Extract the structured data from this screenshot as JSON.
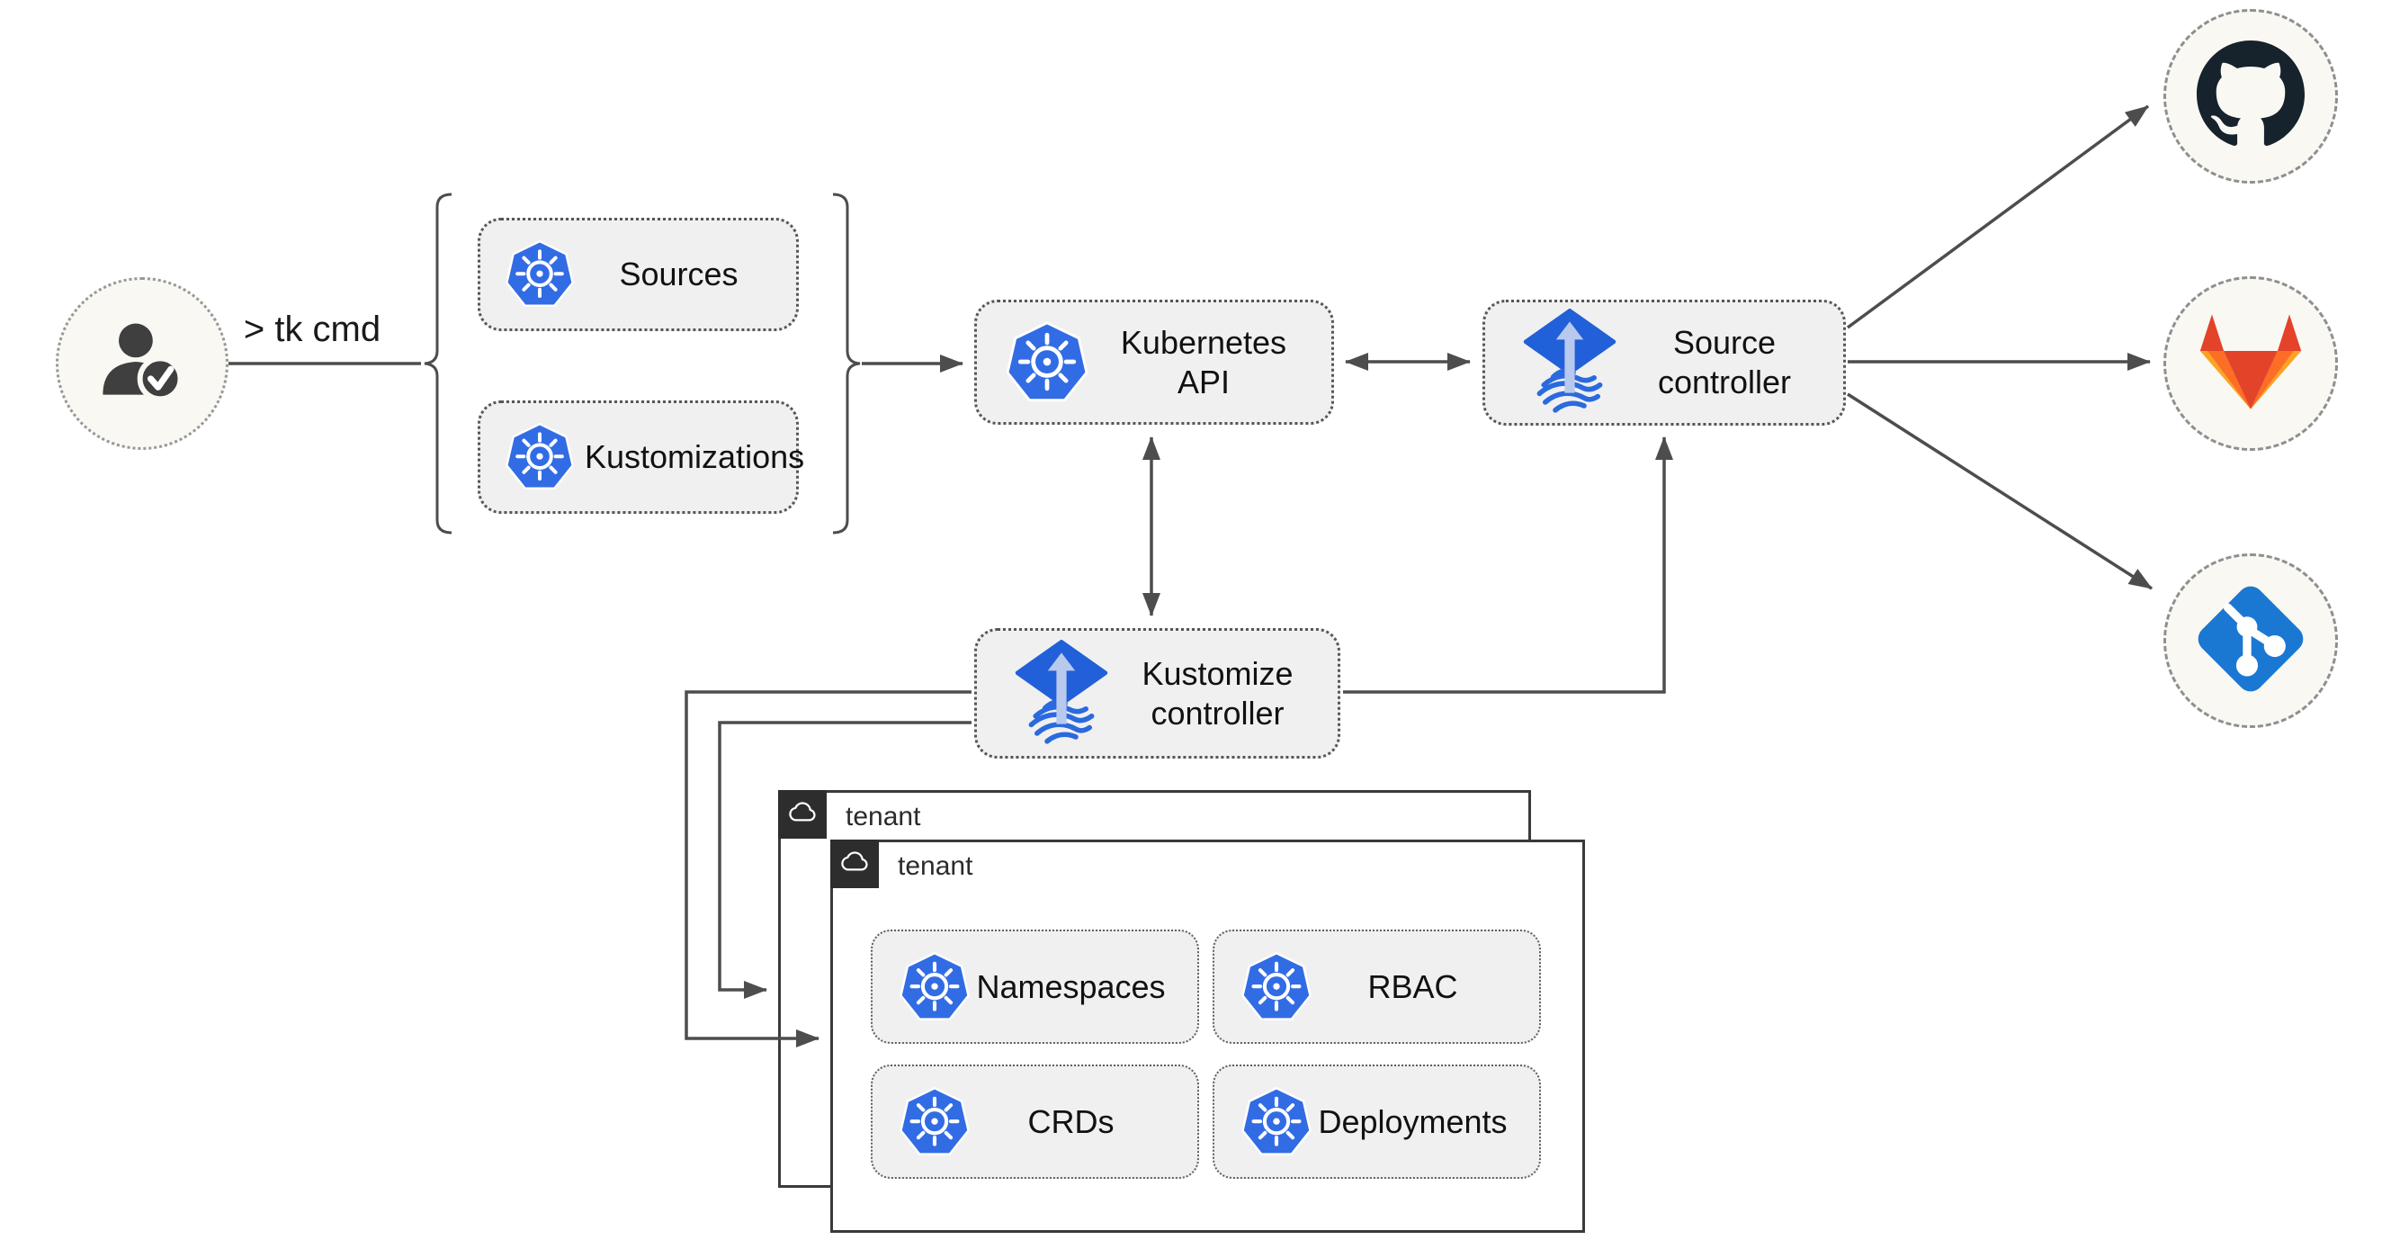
{
  "user": {
    "cli_label": "> tk cmd"
  },
  "bracket": {
    "items": [
      {
        "label": "Sources"
      },
      {
        "label": "Kustomizations"
      }
    ]
  },
  "cluster": {
    "kubernetes_api_label": "Kubernetes API",
    "source_controller_label": "Source controller",
    "kustomize_controller_label": "Kustomize controller"
  },
  "tenants": [
    {
      "label": "tenant"
    },
    {
      "label": "tenant",
      "resources": [
        {
          "label": "Namespaces"
        },
        {
          "label": "RBAC"
        },
        {
          "label": "CRDs"
        },
        {
          "label": "Deployments"
        }
      ]
    }
  ],
  "remotes": [
    {
      "icon": "github"
    },
    {
      "icon": "gitlab"
    },
    {
      "icon": "git"
    }
  ],
  "colors": {
    "kubernetes_blue": "#326ce5",
    "flux_blue": "#2160d8",
    "flux_wave_blue": "#2a6ade",
    "flux_arrow_light": "#b9c9ee",
    "line_gray": "#4d4d4d",
    "node_fill": "#f0f0f0",
    "circle_fill": "#faf8f3",
    "github_dark": "#16222c",
    "gitlab_red": "#e24329",
    "gitlab_orange": "#fc6d26",
    "gitlab_amber": "#fca326",
    "git_blue": "#1a78d3",
    "tenant_titlebar": "#2d2d2d"
  }
}
